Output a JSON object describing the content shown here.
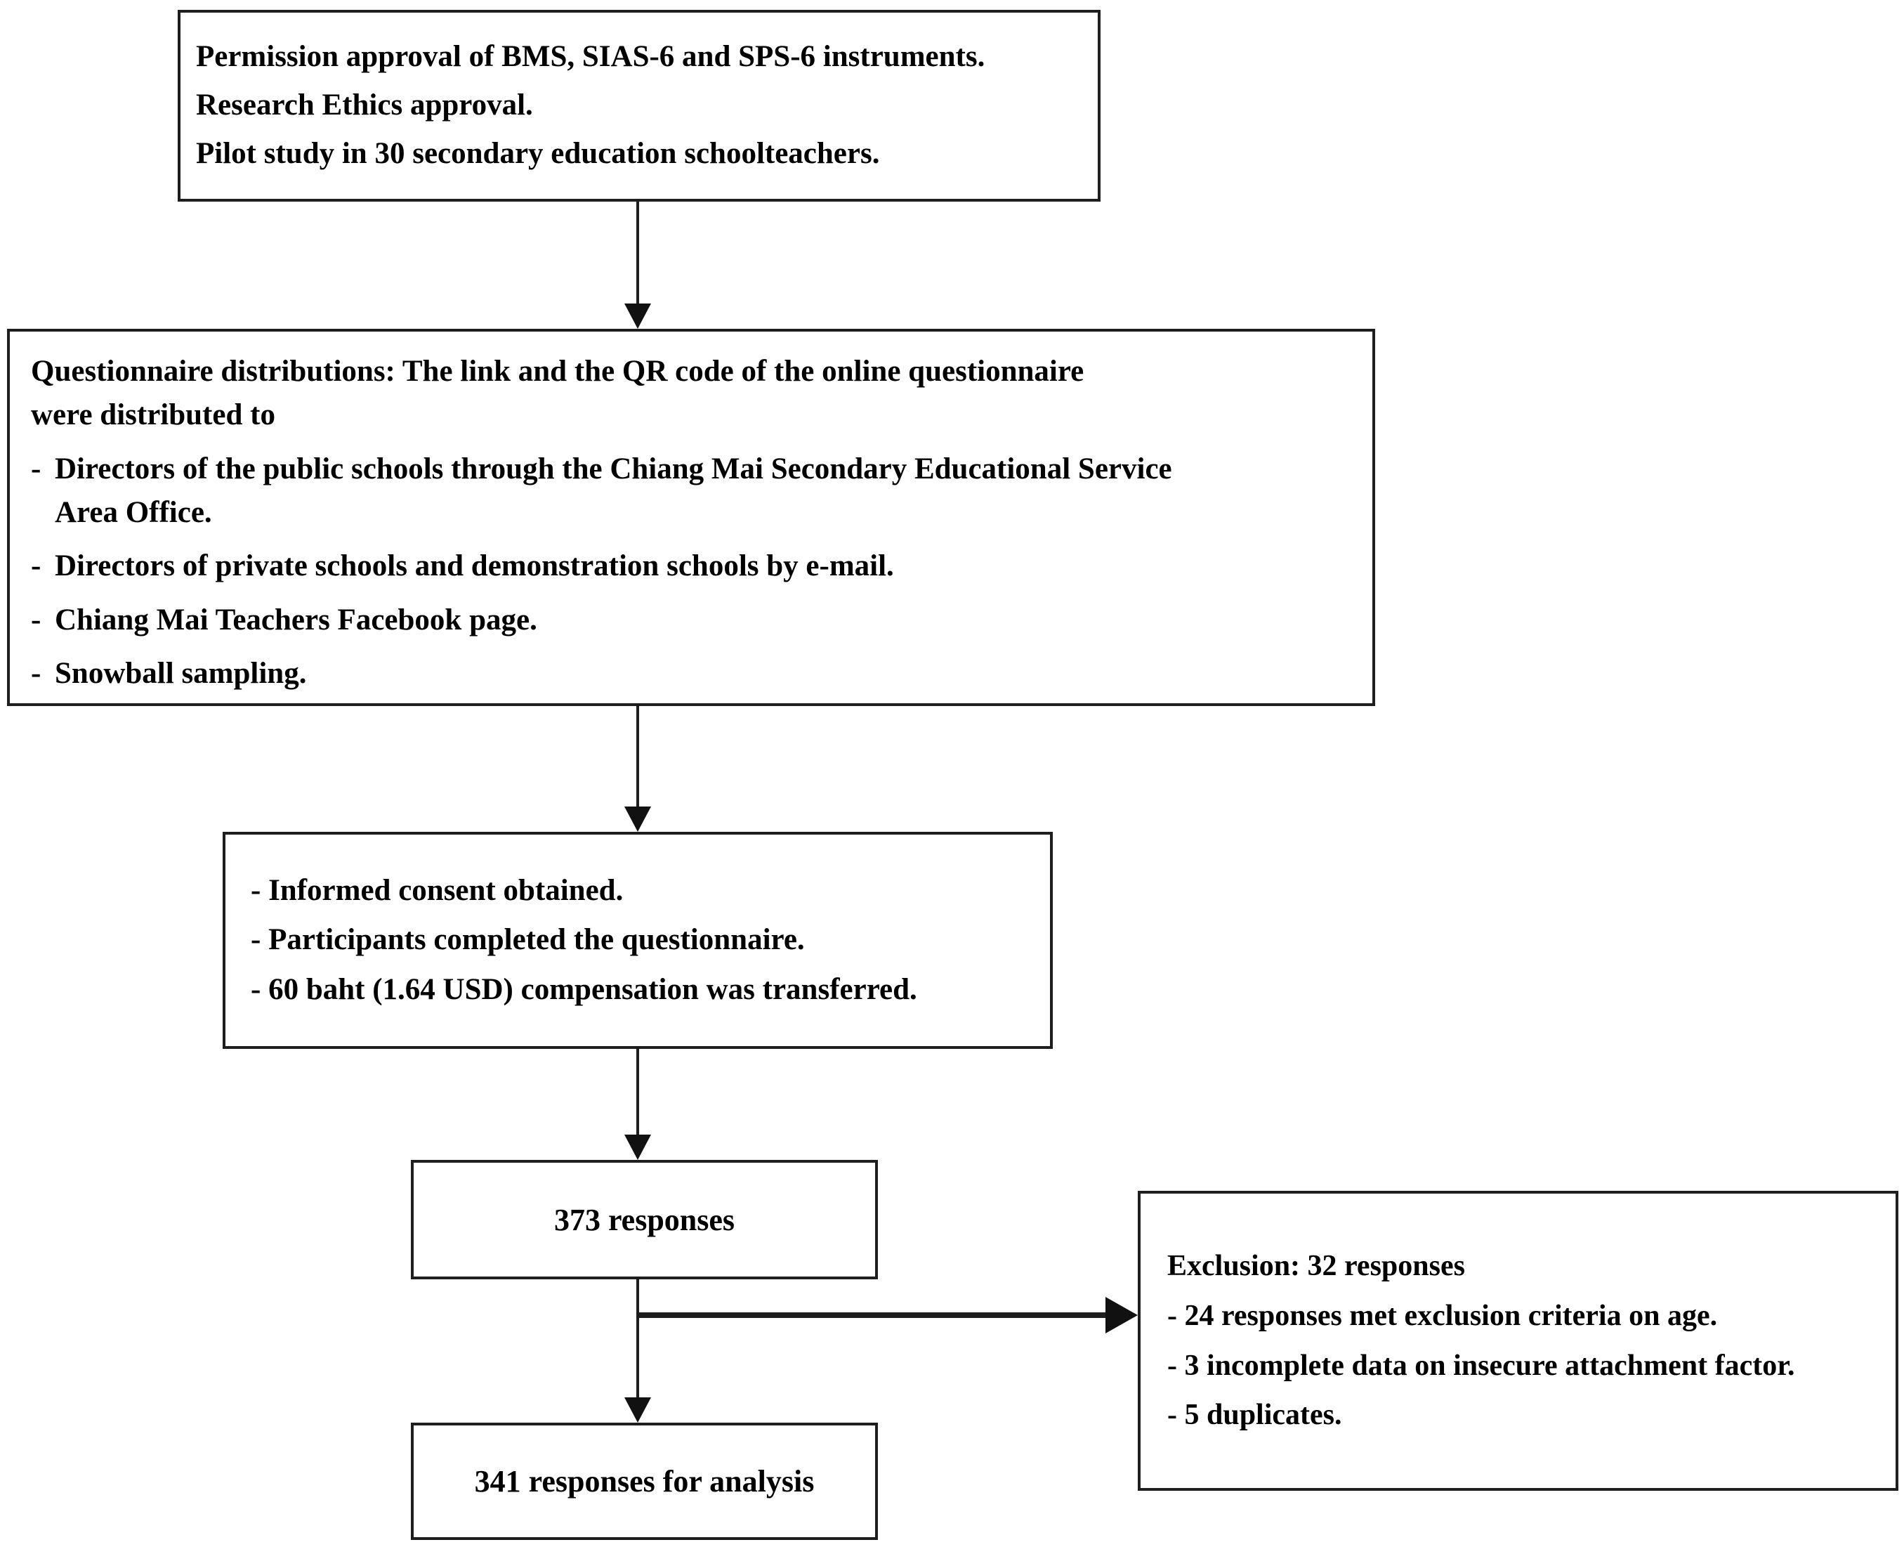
{
  "colors": {
    "ink": "#000000",
    "box_border": "#1e1e1e",
    "background": "#ffffff"
  },
  "flow": {
    "preparation": {
      "lines": [
        "Permission approval of BMS, SIAS-6 and SPS-6 instruments.",
        "Research Ethics approval.",
        "Pilot study in 30 secondary education schoolteachers."
      ]
    },
    "distribution": {
      "intro_lines": [
        "Questionnaire distributions: The link and the QR code of the online questionnaire",
        "were distributed to"
      ],
      "bullet_marker": "-",
      "bullets": [
        {
          "lines": [
            "Directors of the public schools through the Chiang Mai Secondary Educational Service",
            "Area Office."
          ]
        },
        {
          "lines": [
            "Directors of private schools and demonstration schools by e-mail."
          ]
        },
        {
          "lines": [
            "Chiang Mai Teachers Facebook page."
          ]
        },
        {
          "lines": [
            "Snowball sampling."
          ]
        }
      ]
    },
    "procedure": {
      "lines": [
        "- Informed consent obtained.",
        "- Participants completed the questionnaire.",
        "- 60 baht (1.64 USD) compensation was transferred."
      ]
    },
    "responses": {
      "label": "373 responses"
    },
    "exclusion": {
      "title": "Exclusion: 32 responses",
      "lines": [
        "- 24 responses met exclusion criteria on age.",
        "- 3 incomplete data on insecure attachment factor.",
        "- 5 duplicates."
      ]
    },
    "analysis": {
      "label": "341 responses for analysis"
    }
  }
}
